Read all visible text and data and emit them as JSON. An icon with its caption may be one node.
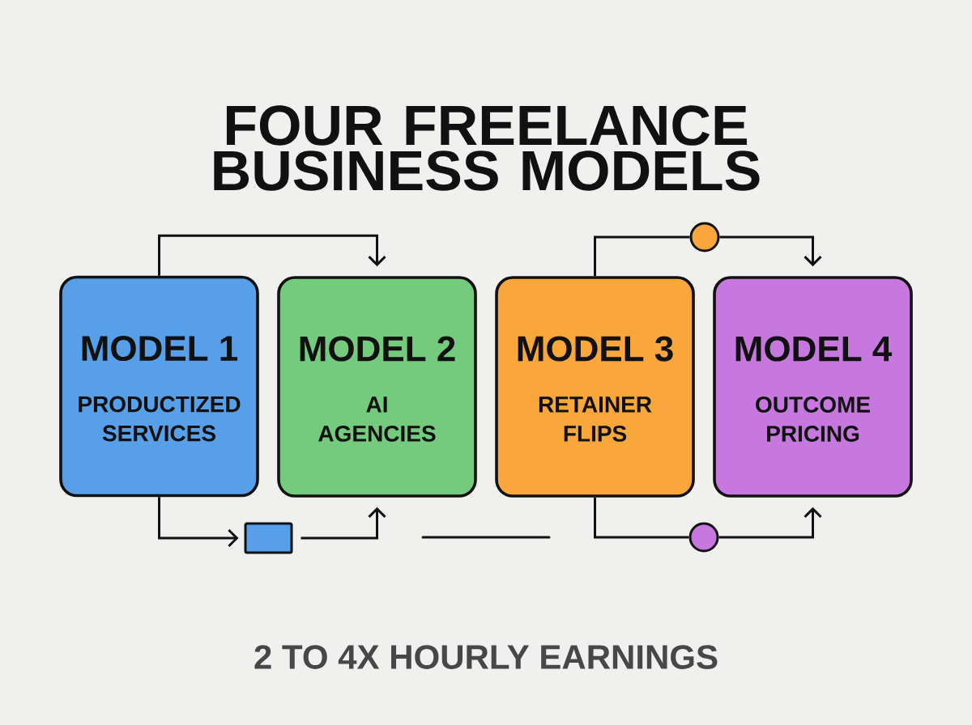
{
  "diagram": {
    "title": "FOUR FREELANCE BUSINESS MODELS",
    "nodes": [
      {
        "text": [
          "MODEL 1",
          "PRODUCTIZED SERVICES"
        ]
      },
      {
        "text": [
          "MODEL 2",
          "AI AGENCIES"
        ]
      },
      {
        "text": [
          "MODEL 3",
          "RETAINER FLIPS"
        ]
      },
      {
        "text": [
          "MODEL 4",
          "OUTCOME PRICING"
        ]
      },
      {
        "text": [],
        "shape": "box"
      },
      {
        "text": [],
        "shape": "circle"
      },
      {
        "text": [],
        "shape": "circle"
      }
    ],
    "edges": [
      {
        "from": 0,
        "to": 1,
        "arrow": "to"
      },
      {
        "from": 0,
        "to": 4,
        "arrow": "to"
      },
      {
        "from": 4,
        "to": 1,
        "arrow": "to"
      },
      {
        "from": 2,
        "to": 5,
        "arrow": "none"
      },
      {
        "from": 5,
        "to": 3,
        "arrow": "to"
      },
      {
        "from": 2,
        "to": 6,
        "arrow": "none"
      },
      {
        "from": 6,
        "to": 3,
        "arrow": "to"
      }
    ],
    "caption": "2 TO 4X HOURLY EARNINGS"
  }
}
